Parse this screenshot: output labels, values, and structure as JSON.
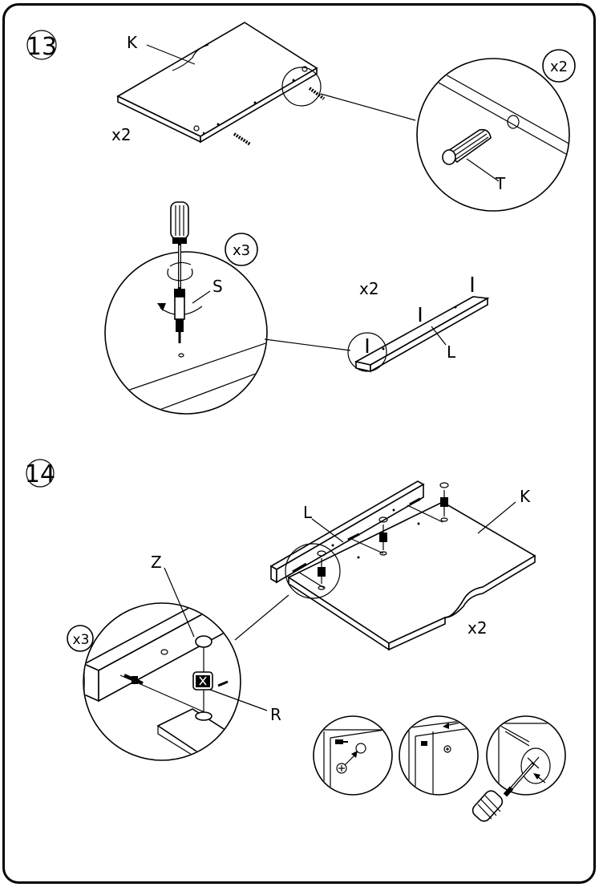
{
  "page": {
    "colors": {
      "ink": "#000000",
      "paper": "#ffffff"
    }
  },
  "step13": {
    "number": "13",
    "panel_label": "K",
    "panel_qty": "x2",
    "dowel_qty": "x2",
    "dowel_label": "T",
    "screw_qty": "x3",
    "screw_label": "S",
    "rail_qty": "x2",
    "rail_label": "L"
  },
  "step14": {
    "number": "14",
    "rail_label": "L",
    "panel_label": "K",
    "panel_qty": "x2",
    "detail_qty": "x3",
    "dowel_label": "Z",
    "cam_label": "R",
    "icons": [
      "screwdriver-icon",
      "cam-lock-icon",
      "rotate-arrow-icon"
    ]
  }
}
